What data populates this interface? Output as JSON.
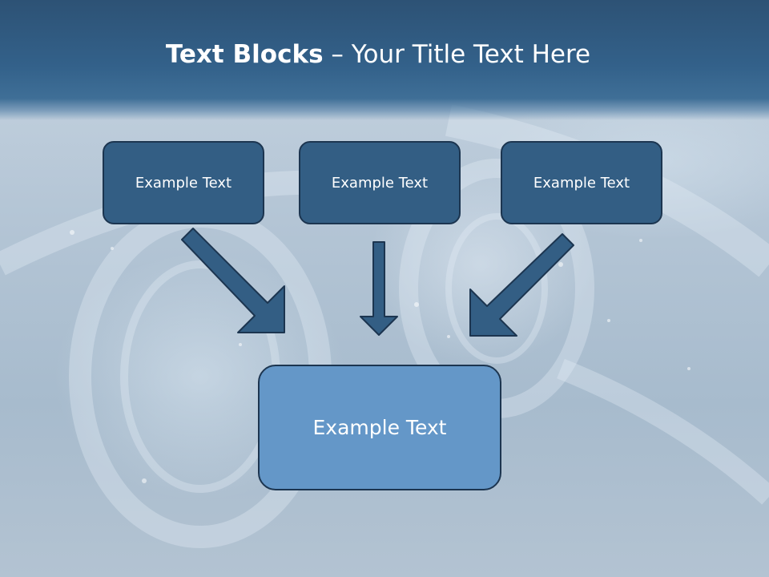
{
  "slide": {
    "title_bold": "Text Blocks",
    "title_rest": " – Your Title Text Here",
    "blocks": [
      {
        "label": "Example Text"
      },
      {
        "label": "Example Text"
      },
      {
        "label": "Example Text"
      }
    ],
    "target_block": {
      "label": "Example Text"
    }
  },
  "colors": {
    "header": "#33618a",
    "small_box_fill": "#335e84",
    "large_box_fill": "#6497c8",
    "box_border": "#1c3550",
    "arrow_fill": "#335e84",
    "text": "#ffffff"
  }
}
